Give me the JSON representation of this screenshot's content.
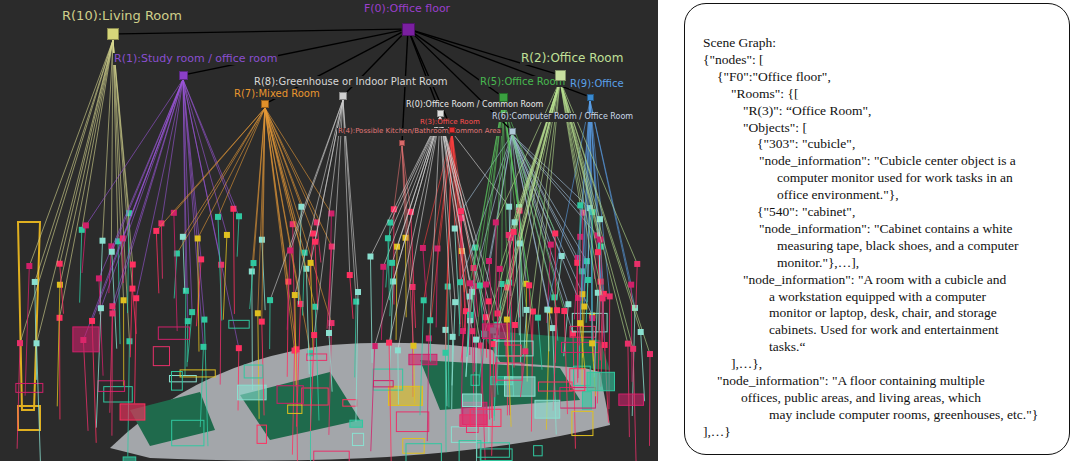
{
  "diagram": {
    "nodes": [
      {
        "text": [
          "F(0):Office floor"
        ]
      },
      {
        "text": [
          "R(10):Living Room"
        ]
      },
      {
        "text": [
          "R(1):Study room / office room"
        ]
      },
      {
        "text": [
          "R(7):Mixed Room"
        ]
      },
      {
        "text": [
          "R(8):Greenhouse or Indoor Plant Room"
        ]
      },
      {
        "text": [
          "R(4):Possible Kitchen/Bathroom/Common Area"
        ]
      },
      {
        "text": [
          "R(3):Office Room"
        ]
      },
      {
        "text": [
          "R(0):Office Room / Common Room"
        ]
      },
      {
        "text": [
          "R(6):Computer Room / Office Room"
        ]
      },
      {
        "text": [
          "R(5):Office Room"
        ]
      },
      {
        "text": [
          "R(9):Office"
        ]
      },
      {
        "text": [
          "R(2):Office Room"
        ]
      },
      {
        "text": [
          "Scene Graph:",
          "{\"nodes\": [",
          "{\"F0\":\"Office floor\",",
          "\"Rooms\": {[",
          "\"R(3)\": “Office Room\",",
          "\"Objects\": [",
          "{\"303\": \"cubicle\",",
          "\"node_information\": \"Cubicle center object is a",
          "computer monitor used for work tasks in an",
          "office environment.\"},",
          "{\"540\": \"cabinet\",",
          "\"node_information\": \"Cabinet contains a white",
          "measuring tape, black shoes, and a computer",
          "monitor.\"},…],",
          "\"node_information\": \"A room with a cubicle and",
          "a workstation equipped with a computer",
          "monitor or laptop, desk, chair, and storage",
          "cabinets. Used for work and entertainment",
          "tasks.“",
          "],…},",
          "\"node_information\": \"A floor containing multiple",
          "offices, public areas, and living areas, which",
          "may include computer rooms, greenhouses, etc.\"}",
          "],…}"
        ]
      }
    ],
    "edges": [
      {
        "from": 0,
        "to": 1,
        "arrow": "none"
      },
      {
        "from": 0,
        "to": 2,
        "arrow": "none"
      },
      {
        "from": 0,
        "to": 3,
        "arrow": "none"
      },
      {
        "from": 0,
        "to": 4,
        "arrow": "none"
      },
      {
        "from": 0,
        "to": 5,
        "arrow": "none"
      },
      {
        "from": 0,
        "to": 6,
        "arrow": "none"
      },
      {
        "from": 0,
        "to": 7,
        "arrow": "none"
      },
      {
        "from": 0,
        "to": 8,
        "arrow": "none"
      },
      {
        "from": 0,
        "to": 9,
        "arrow": "none"
      },
      {
        "from": 0,
        "to": 10,
        "arrow": "none"
      },
      {
        "from": 0,
        "to": 11,
        "arrow": "none"
      }
    ]
  }
}
